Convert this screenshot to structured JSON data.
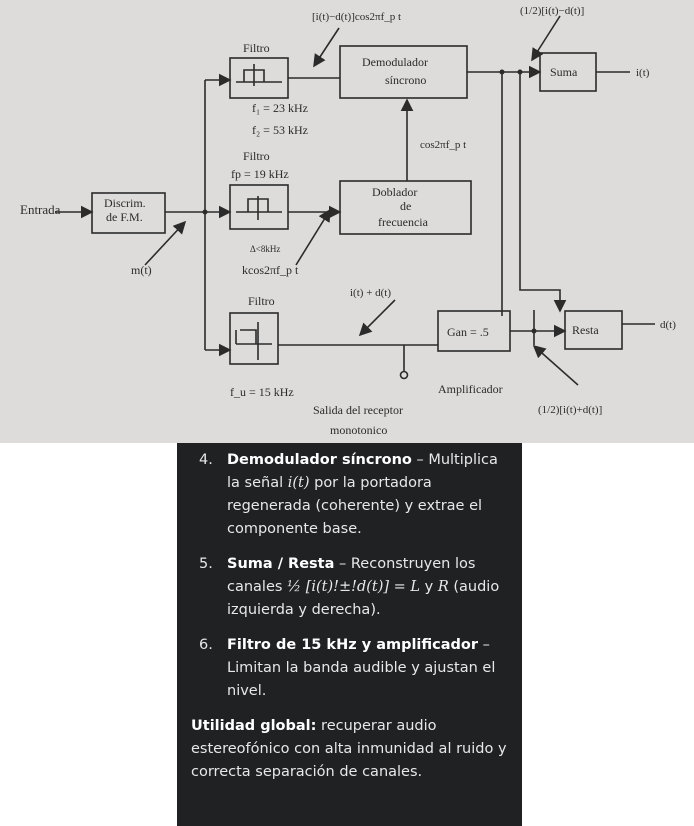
{
  "diagram": {
    "top_label_left": "[i(t)−d(t)]cos2πf_p t",
    "top_label_right": "(1/2)[i(t)−d(t)]",
    "filtro_top": "Filtro",
    "f1": "f₁ = 23 kHz",
    "f2": "f₂ = 53 kHz",
    "filtro_mid": "Filtro",
    "fp": "fp = 19 kHz",
    "demodulador_line1": "Demodulador",
    "demodulador_line2": "síncrono",
    "suma": "Suma",
    "out_i": "i(t)",
    "cos_label": "cos2πf_p t",
    "doblador_line1": "Doblador",
    "doblador_line2": "de",
    "doblador_line3": "frecuencia",
    "entrada": "Entrada",
    "discrim_line1": "Discrim.",
    "discrim_line2": "de F.M.",
    "delta_label": "Δ<8kHz",
    "m_label": "m(t)",
    "kcos_label": "kcos2πf_p t",
    "sum_label": "i(t) + d(t)",
    "filtro_low": "Filtro",
    "gan": "Gan = .5",
    "resta": "Resta",
    "out_d": "d(t)",
    "fu": "f_u = 15 kHz",
    "amplificador": "Amplificador",
    "salida_line1": "Salida del receptor",
    "salida_line2": "monotonico",
    "bottom_right_label": "(1/2)[i(t)+d(t)]"
  },
  "explanation": {
    "items": [
      {
        "num": "4.",
        "title": "Demodulador síncrono",
        "text_a": " – Multiplica la señal ",
        "math_a": "i(t)",
        "text_b": " por la portadora regenerada (coherente) y extrae el componente base."
      },
      {
        "num": "5.",
        "title": "Suma / Resta",
        "text_a": " – Reconstruyen los canales ",
        "math_a": "½ [i(t)!±!d(t)] = L",
        "text_b": " y ",
        "math_b": "R",
        "text_c": " (audio izquierda y derecha)."
      },
      {
        "num": "6.",
        "title": "Filtro de 15 kHz y amplificador",
        "text_a": " – Limitan la banda audible y ajustan el nivel."
      }
    ],
    "summary_title": "Utilidad global:",
    "summary_text": " recuperar audio estereofónico con alta inmunidad al ruido y correcta separación de canales."
  }
}
